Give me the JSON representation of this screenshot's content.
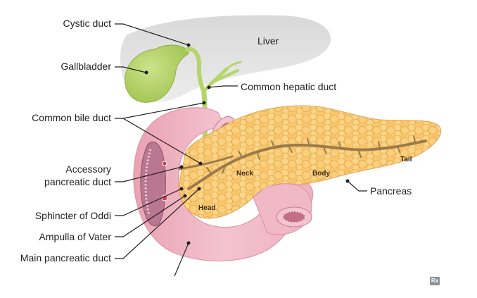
{
  "labels": {
    "cystic_duct": "Cystic duct",
    "gallbladder": "Gallbladder",
    "common_bile_duct": "Common bile duct",
    "accessory_pancreatic_duct_1": "Accessory",
    "accessory_pancreatic_duct_2": "pancreatic duct",
    "sphincter_of_oddi": "Sphincter of Oddi",
    "ampulla_of_vater": "Ampulla of Vater",
    "main_pancreatic_duct": "Main pancreatic duct",
    "liver": "Liver",
    "common_hepatic_duct": "Common hepatic duct",
    "pancreas": "Pancreas",
    "head": "Head",
    "neck": "Neck",
    "body": "Body",
    "tail": "Tail"
  },
  "badge": "Rx",
  "colors": {
    "liver": "#e6e6e6",
    "gallbladder": "#b5d56a",
    "pancreas": "#f7c46a",
    "duodenum": "#f1b8c6",
    "duct": "#9b7b4b",
    "leader": "#231f20"
  },
  "icons": {
    "badge_icon": "rx-icon"
  }
}
